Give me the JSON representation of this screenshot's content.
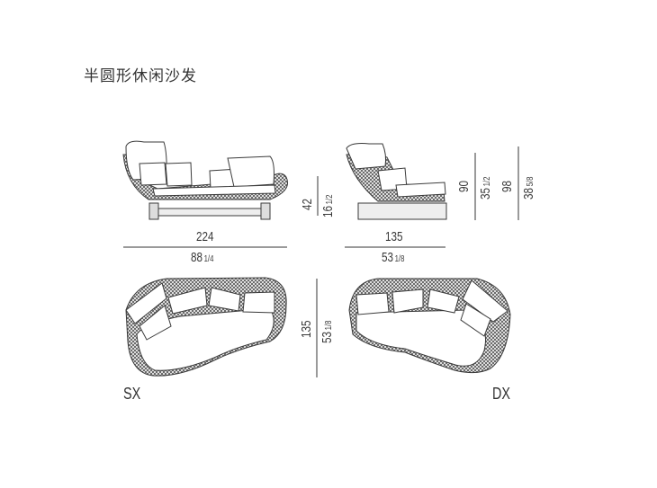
{
  "title": "半圆形休闲沙发",
  "front_view": {
    "width_cm": "224",
    "width_in_whole": "88",
    "width_in_frac": "1/4",
    "seat_height_cm": "42",
    "seat_height_in_whole": "16",
    "seat_height_in_frac": "1/2"
  },
  "side_view": {
    "depth_cm": "135",
    "depth_in_whole": "53",
    "depth_in_frac": "1/8",
    "height1_cm": "90",
    "height1_in_whole": "35",
    "height1_in_frac": "1/2",
    "height2_cm": "98",
    "height2_in_whole": "38",
    "height2_in_frac": "5/8"
  },
  "plan_view": {
    "depth_cm": "135",
    "depth_in_whole": "53",
    "depth_in_frac": "1/8",
    "left_label": "SX",
    "right_label": "DX"
  },
  "colors": {
    "line": "#3a3a3a",
    "weave": "#555555",
    "dim_line": "#9a9a9a"
  }
}
